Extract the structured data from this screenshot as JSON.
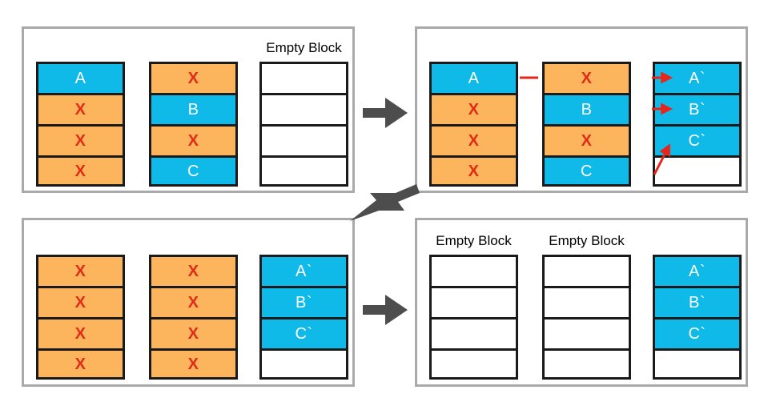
{
  "diagram": {
    "title_visible": false,
    "colors": {
      "valid_page": "#0fbae8",
      "invalid_page": "#fcb55d",
      "free_page": "#ffffff",
      "page_border": "#1a1a1a",
      "panel_border": "#a9a9a9",
      "flow_arrow": "#4d4d4d",
      "copy_arrow": "#e8251b",
      "invalid_mark": "#e02b16",
      "valid_text": "#ffffff"
    },
    "labels": {
      "empty_block": "Empty Block",
      "invalid_mark": "X"
    },
    "panels": [
      {
        "id": "panel-1",
        "name": "step-1-initial-state",
        "position": "top-left",
        "blocks": [
          {
            "name": "block-1",
            "label": "",
            "cells": [
              {
                "text": "A",
                "state": "valid"
              },
              {
                "text": "X",
                "state": "invalid"
              },
              {
                "text": "X",
                "state": "invalid"
              },
              {
                "text": "X",
                "state": "invalid"
              }
            ]
          },
          {
            "name": "block-2",
            "label": "",
            "cells": [
              {
                "text": "X",
                "state": "invalid"
              },
              {
                "text": "B",
                "state": "valid"
              },
              {
                "text": "X",
                "state": "invalid"
              },
              {
                "text": "C",
                "state": "valid"
              }
            ]
          },
          {
            "name": "block-3",
            "label": "Empty Block",
            "cells": [
              {
                "text": "",
                "state": "free"
              },
              {
                "text": "",
                "state": "free"
              },
              {
                "text": "",
                "state": "free"
              },
              {
                "text": "",
                "state": "free"
              }
            ]
          }
        ]
      },
      {
        "id": "panel-2",
        "name": "step-2-copy-valid-pages",
        "position": "top-right",
        "blocks": [
          {
            "name": "block-1",
            "label": "",
            "cells": [
              {
                "text": "A",
                "state": "valid"
              },
              {
                "text": "X",
                "state": "invalid"
              },
              {
                "text": "X",
                "state": "invalid"
              },
              {
                "text": "X",
                "state": "invalid"
              }
            ]
          },
          {
            "name": "block-2",
            "label": "",
            "cells": [
              {
                "text": "X",
                "state": "invalid"
              },
              {
                "text": "B",
                "state": "valid"
              },
              {
                "text": "X",
                "state": "invalid"
              },
              {
                "text": "C",
                "state": "valid"
              }
            ]
          },
          {
            "name": "block-3",
            "label": "",
            "cells": [
              {
                "text": "A`",
                "state": "valid"
              },
              {
                "text": "B`",
                "state": "valid"
              },
              {
                "text": "C`",
                "state": "valid"
              },
              {
                "text": "",
                "state": "free"
              }
            ]
          }
        ],
        "copy_arrows": [
          {
            "name": "copy-arrow-a",
            "from": "block-1 row 1 (A)",
            "to": "block-3 row 1 (A`)"
          },
          {
            "name": "copy-arrow-b",
            "from": "block-2 row 2 (B)",
            "to": "block-3 row 2 (B`)"
          },
          {
            "name": "copy-arrow-c",
            "from": "block-2 row 4 (C)",
            "to": "block-3 row 3 (C`)"
          }
        ]
      },
      {
        "id": "panel-3",
        "name": "step-4-blocks-fully-invalidated",
        "position": "bottom-left",
        "blocks": [
          {
            "name": "block-1",
            "label": "",
            "cells": [
              {
                "text": "X",
                "state": "invalid"
              },
              {
                "text": "X",
                "state": "invalid"
              },
              {
                "text": "X",
                "state": "invalid"
              },
              {
                "text": "X",
                "state": "invalid"
              }
            ]
          },
          {
            "name": "block-2",
            "label": "",
            "cells": [
              {
                "text": "X",
                "state": "invalid"
              },
              {
                "text": "X",
                "state": "invalid"
              },
              {
                "text": "X",
                "state": "invalid"
              },
              {
                "text": "X",
                "state": "invalid"
              }
            ]
          },
          {
            "name": "block-3",
            "label": "",
            "cells": [
              {
                "text": "A`",
                "state": "valid"
              },
              {
                "text": "B`",
                "state": "valid"
              },
              {
                "text": "C`",
                "state": "valid"
              },
              {
                "text": "",
                "state": "free"
              }
            ]
          }
        ]
      },
      {
        "id": "panel-4",
        "name": "step-5-blocks-erased",
        "position": "bottom-right",
        "blocks": [
          {
            "name": "block-1",
            "label": "Empty Block",
            "cells": [
              {
                "text": "",
                "state": "free"
              },
              {
                "text": "",
                "state": "free"
              },
              {
                "text": "",
                "state": "free"
              },
              {
                "text": "",
                "state": "free"
              }
            ]
          },
          {
            "name": "block-2",
            "label": "Empty Block",
            "cells": [
              {
                "text": "",
                "state": "free"
              },
              {
                "text": "",
                "state": "free"
              },
              {
                "text": "",
                "state": "free"
              },
              {
                "text": "",
                "state": "free"
              }
            ]
          },
          {
            "name": "block-3",
            "label": "",
            "cells": [
              {
                "text": "A`",
                "state": "valid"
              },
              {
                "text": "B`",
                "state": "valid"
              },
              {
                "text": "C`",
                "state": "valid"
              },
              {
                "text": "",
                "state": "free"
              }
            ]
          }
        ]
      }
    ],
    "flow_arrows": [
      {
        "name": "flow-arrow-1",
        "direction": "right",
        "from_panel": "panel-1",
        "to_panel": "panel-2"
      },
      {
        "name": "flow-arrow-2",
        "direction": "left-down-diagonal",
        "from_panel": "panel-2",
        "to_panel": "panel-3"
      },
      {
        "name": "flow-arrow-3",
        "direction": "right",
        "from_panel": "panel-3",
        "to_panel": "panel-4"
      }
    ]
  }
}
